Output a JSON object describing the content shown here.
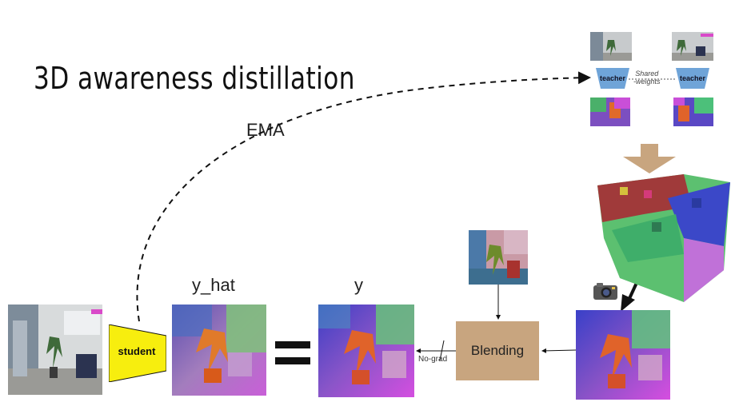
{
  "title": "3D awareness distillation",
  "ema_label": "EMA",
  "y_hat_label": "y_hat",
  "y_label": "y",
  "student_label": "student",
  "blending_label": "Blending",
  "nograd_label": "No-grad",
  "teacher_left_label": "teacher",
  "teacher_right_label": "teacher",
  "shared_weights_label": "Shared\n-weights",
  "colors": {
    "student_fill": "#f7ee0e",
    "teacher_fill": "#6fa4d8",
    "blending_fill": "#c8a57f",
    "arrow_down_fill": "#c8a57f"
  },
  "icons": {
    "camera": "camera-icon"
  }
}
